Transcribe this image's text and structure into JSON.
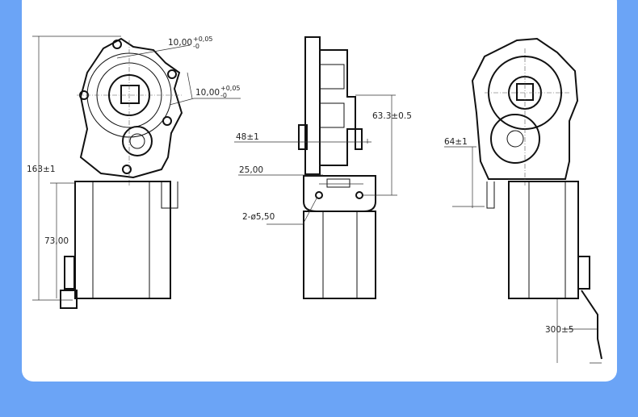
{
  "dimensions": {
    "front_view": {
      "total_height": "163±1",
      "motor_height": "73,00",
      "shaft_square_top": {
        "base": "10,00",
        "upper": "+0,05",
        "lower": "-0"
      },
      "shaft_square_side": {
        "base": "10,00",
        "upper": "+0,05",
        "lower": "-0"
      }
    },
    "side_view": {
      "depth_offset": "48±1",
      "hole_spacing": "25,00",
      "holes": "2-ø5,50",
      "shaft_to_mount": "63.3±0.5"
    },
    "rear_view": {
      "depth_offset": "64±1",
      "cable_length": "300±5"
    }
  }
}
